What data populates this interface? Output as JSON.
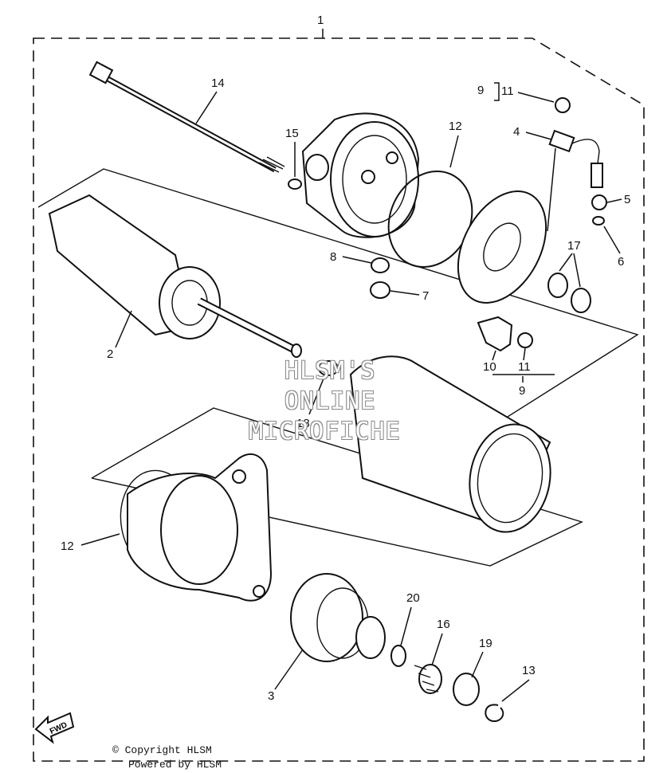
{
  "diagram": {
    "callouts": {
      "c1": "1",
      "c2": "2",
      "c3": "3",
      "c4": "4",
      "c5": "5",
      "c6": "6",
      "c7": "7",
      "c8": "8",
      "c9a": "9",
      "c9b": "9",
      "c10": "10",
      "c11a": "11",
      "c11b": "11",
      "c12a": "12",
      "c12b": "12",
      "c13": "13",
      "c14": "14",
      "c15": "15",
      "c16": "16",
      "c17": "17",
      "c18": "18",
      "c19": "19",
      "c20": "20"
    },
    "fwd_label": "FWD"
  },
  "watermark": {
    "line1": "HLSM'S",
    "line2": "ONLINE",
    "line3": "MICROFICHE"
  },
  "footer": {
    "copyright": "© Copyright HLSM",
    "powered": "Powered by HLSM"
  }
}
